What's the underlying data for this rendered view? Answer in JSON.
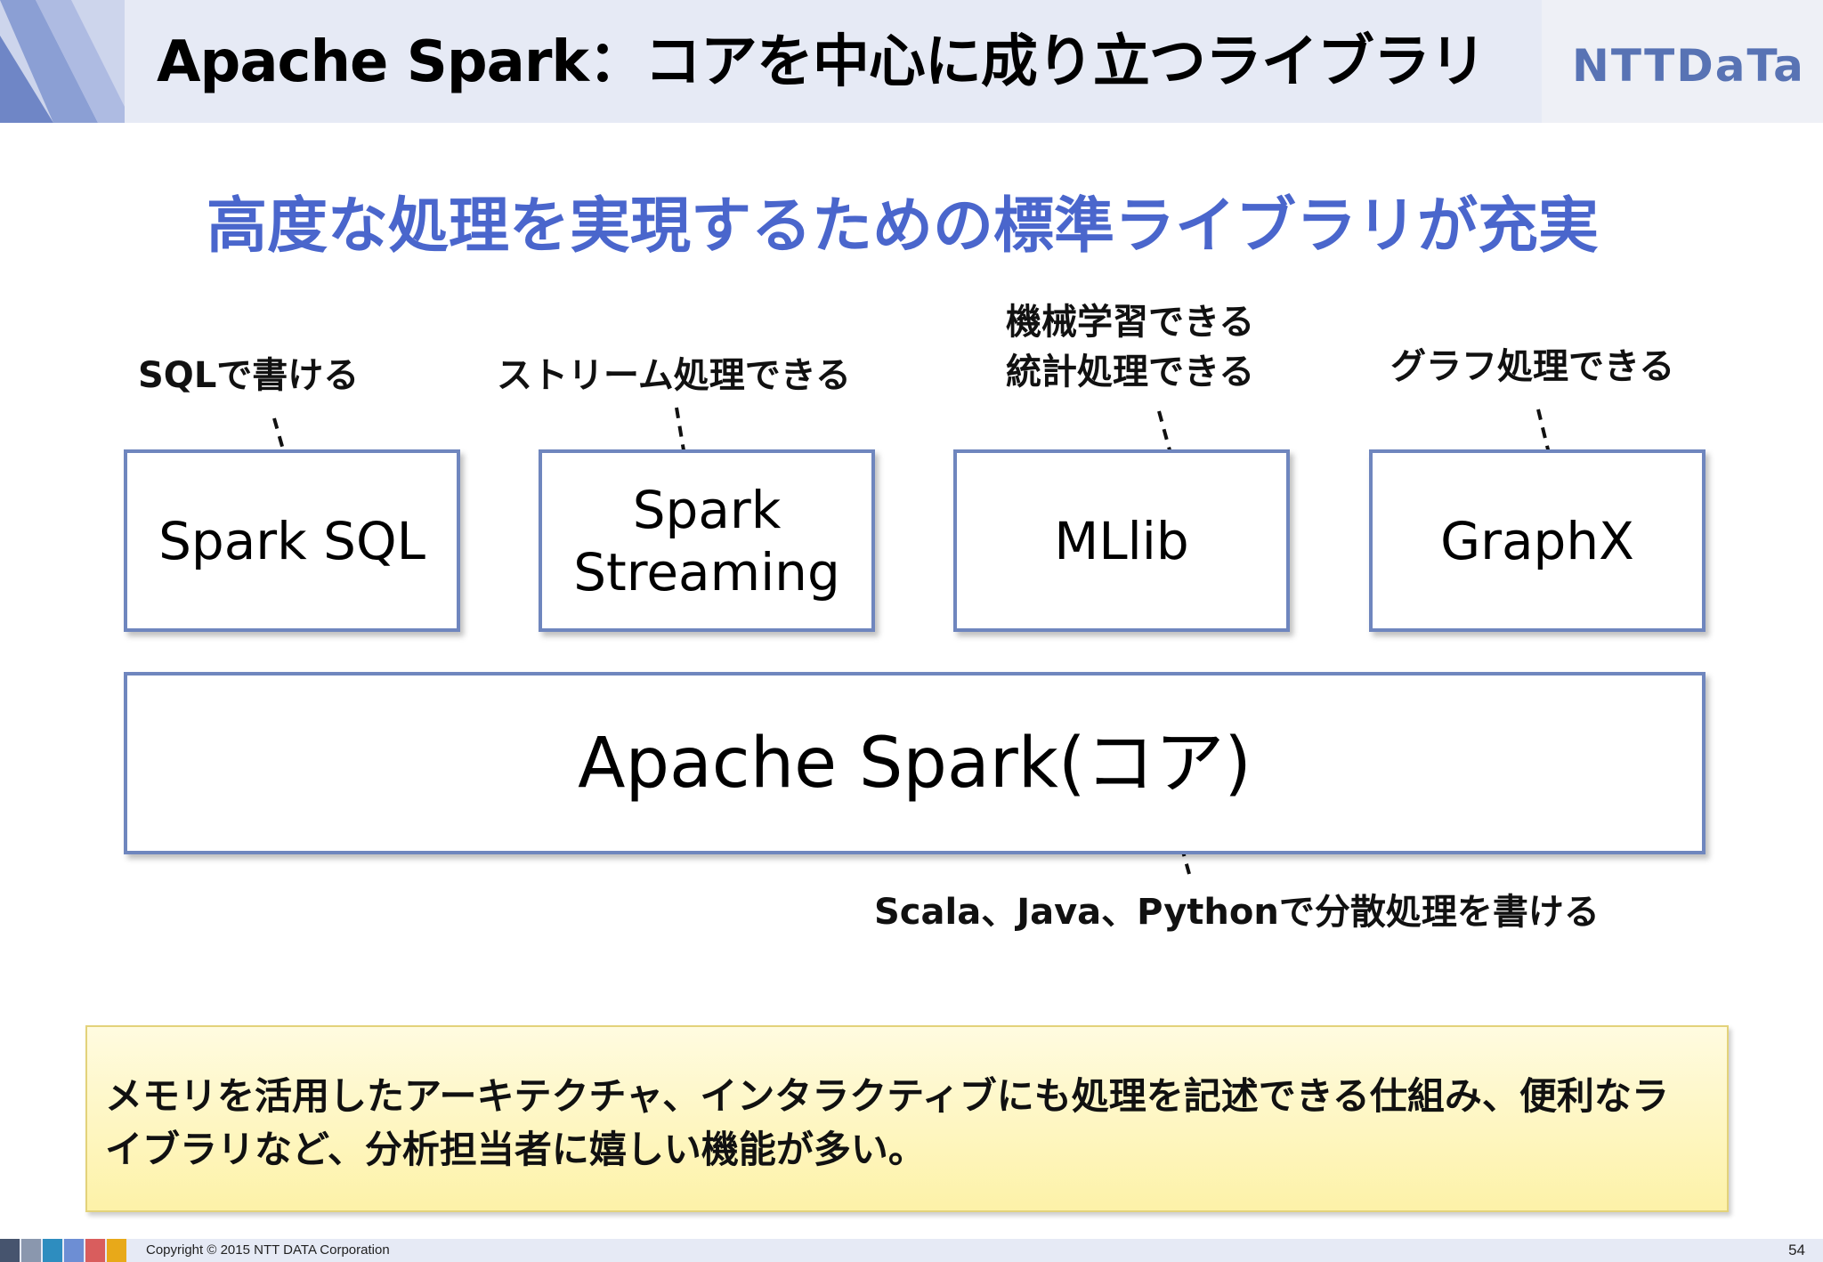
{
  "header": {
    "title": "Apache Spark：コアを中心に成り立つライブラリ",
    "logo_text": "NTTDaTa"
  },
  "subtitle": "高度な処理を実現するための標準ライブラリが充実",
  "libraries": [
    {
      "name": "Spark SQL",
      "annotation": "SQLで書ける"
    },
    {
      "name": "Spark\nStreaming",
      "annotation": "ストリーム処理できる"
    },
    {
      "name": "MLlib",
      "annotation": "機械学習できる\n統計処理できる"
    },
    {
      "name": "GraphX",
      "annotation": "グラフ処理できる"
    }
  ],
  "core": {
    "name": "Apache Spark(コア)",
    "annotation": "Scala、Java、Pythonで分散処理を書ける"
  },
  "note": "メモリを活用したアーキテクチャ、インタラクティブにも処理を記述できる仕組み、便利なライブラリなど、分析担当者に嬉しい機能が多い。",
  "footer": {
    "copyright": "Copyright © 2015 NTT DATA Corporation",
    "page_number": "54"
  },
  "colors": {
    "accent": "#4a66cc",
    "box_border": "#6f86be",
    "footer_swatches": [
      "#46546e",
      "#8a97ae",
      "#2e8dbf",
      "#6d8ed4",
      "#d95d5d",
      "#e8a919"
    ]
  }
}
